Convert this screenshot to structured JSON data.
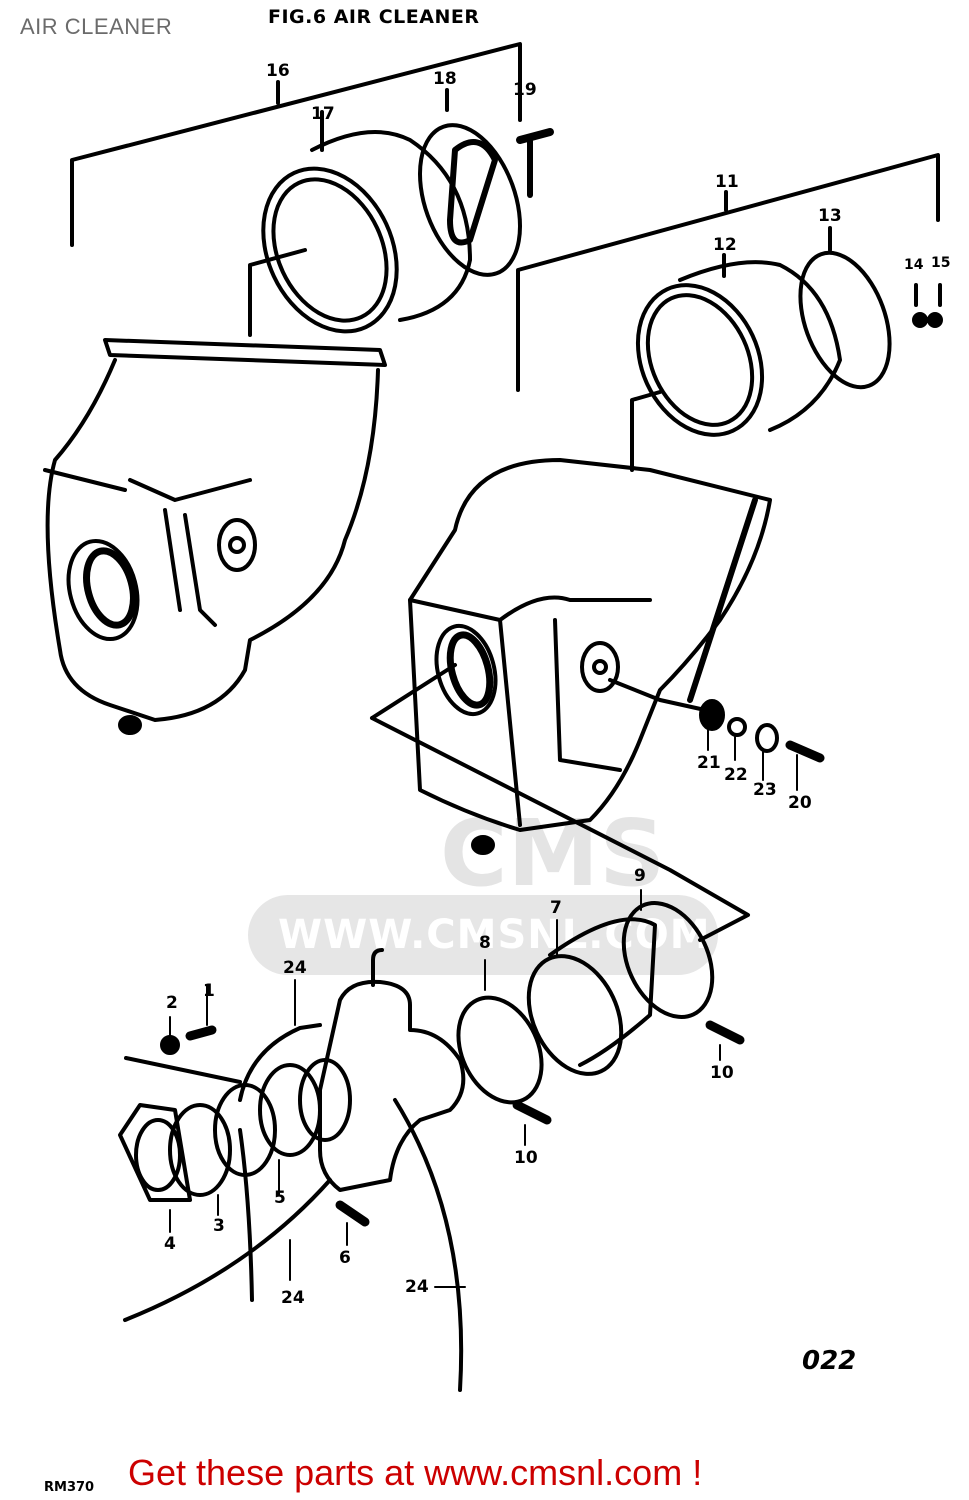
{
  "header": {
    "overlay_title": "AIR CLEANER",
    "figure_title": "FIG.6   AIR CLEANER"
  },
  "watermark": {
    "logo_text": "CMS",
    "url_text": "WWW.CMSNL.COM"
  },
  "callouts": [
    {
      "id": "16",
      "label": "16"
    },
    {
      "id": "17",
      "label": "17"
    },
    {
      "id": "18",
      "label": "18"
    },
    {
      "id": "19",
      "label": "19"
    },
    {
      "id": "11",
      "label": "11"
    },
    {
      "id": "12",
      "label": "12"
    },
    {
      "id": "13",
      "label": "13"
    },
    {
      "id": "14",
      "label": "14"
    },
    {
      "id": "15",
      "label": "15"
    },
    {
      "id": "21",
      "label": "21"
    },
    {
      "id": "22",
      "label": "22"
    },
    {
      "id": "23",
      "label": "23"
    },
    {
      "id": "20",
      "label": "20"
    },
    {
      "id": "9",
      "label": "9"
    },
    {
      "id": "7",
      "label": "7"
    },
    {
      "id": "8",
      "label": "8"
    },
    {
      "id": "24a",
      "label": "24"
    },
    {
      "id": "2",
      "label": "2"
    },
    {
      "id": "1",
      "label": "1"
    },
    {
      "id": "10a",
      "label": "10"
    },
    {
      "id": "10b",
      "label": "10"
    },
    {
      "id": "4",
      "label": "4"
    },
    {
      "id": "3",
      "label": "3"
    },
    {
      "id": "5",
      "label": "5"
    },
    {
      "id": "6",
      "label": "6"
    },
    {
      "id": "24b",
      "label": "24"
    },
    {
      "id": "24c",
      "label": "24"
    }
  ],
  "page_code": "022",
  "footer": {
    "doc_code": "RM370",
    "link_text": "Get these parts at www.cmsnl.com !"
  }
}
